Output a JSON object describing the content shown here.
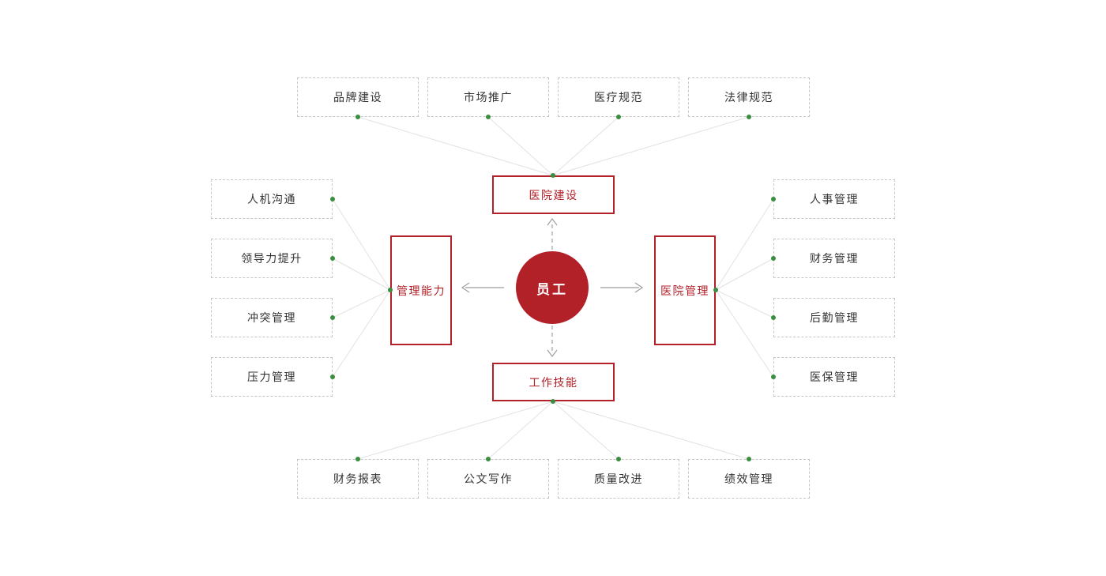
{
  "diagram": {
    "center_label": "员工",
    "branches": {
      "top": {
        "label": "医院建设",
        "leaves": [
          "品牌建设",
          "市场推广",
          "医疗规范",
          "法律规范"
        ]
      },
      "left": {
        "label": "管理能力",
        "leaves": [
          "人机沟通",
          "领导力提升",
          "冲突管理",
          "压力管理"
        ]
      },
      "right": {
        "label": "医院管理",
        "leaves": [
          "人事管理",
          "财务管理",
          "后勤管理",
          "医保管理"
        ]
      },
      "bottom": {
        "label": "工作技能",
        "leaves": [
          "财务报表",
          "公文写作",
          "质量改进",
          "绩效管理"
        ]
      }
    },
    "colors": {
      "accent_red": "#b22028",
      "dot_green": "#3b8e3f",
      "connector_gray": "#e2e2e2",
      "arrow_gray": "#9e9e9e",
      "dashed_border_gray": "#c6c6c6",
      "leaf_text": "#333333",
      "circle_text": "#ffffff",
      "background": "#ffffff"
    }
  }
}
